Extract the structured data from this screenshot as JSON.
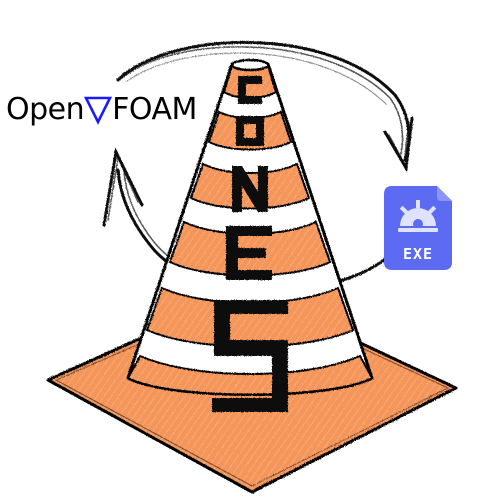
{
  "logo": {
    "cone_letters": [
      "C",
      "O",
      "N",
      "E",
      "S"
    ],
    "openfoam": {
      "part1": "Open",
      "part2": "FOAM"
    },
    "exe_badge": {
      "label": "EXE"
    }
  },
  "colors": {
    "cone_orange": "#f4955a",
    "cone_white": "#ffffff",
    "outline": "#000000",
    "openfoam_triangle": "#1a1aff",
    "exe_bg": "#5c6bf2",
    "exe_fold": "#8a95f6",
    "exe_icon": "#dfe3ff"
  },
  "icons": [
    "traffic-cone-icon",
    "cycle-arrows-icon",
    "exe-file-icon",
    "gear-icon",
    "openfoam-triangle-icon"
  ]
}
